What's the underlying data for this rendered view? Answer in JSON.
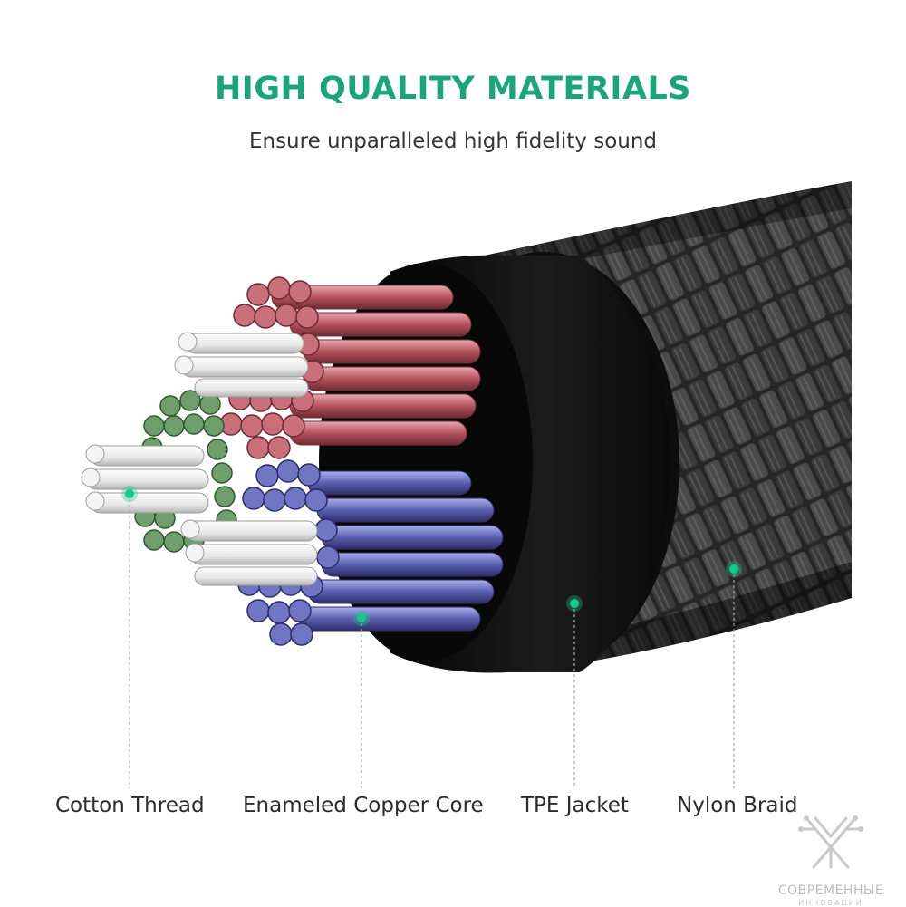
{
  "header": {
    "title": "HIGH QUALITY MATERIALS",
    "subtitle": "Ensure unparalleled high fidelity sound"
  },
  "labels": {
    "cotton_thread": "Cotton Thread",
    "copper_core": "Enameled Copper Core",
    "tpe_jacket": "TPE Jacket",
    "nylon_braid": "Nylon Braid"
  },
  "watermark": {
    "brand": "СОВРЕМЕННЫЕ",
    "tagline": "ИННОВАЦИИ"
  },
  "colors": {
    "accent": "#1aa57a",
    "marker": "#14c98a",
    "copper_red": "#b0505a",
    "copper_blue": "#5a5fa8",
    "copper_green": "#5f8f5e",
    "cotton_white": "#f2f2f2",
    "jacket": "#121212",
    "braid": "#3a3a3a"
  }
}
